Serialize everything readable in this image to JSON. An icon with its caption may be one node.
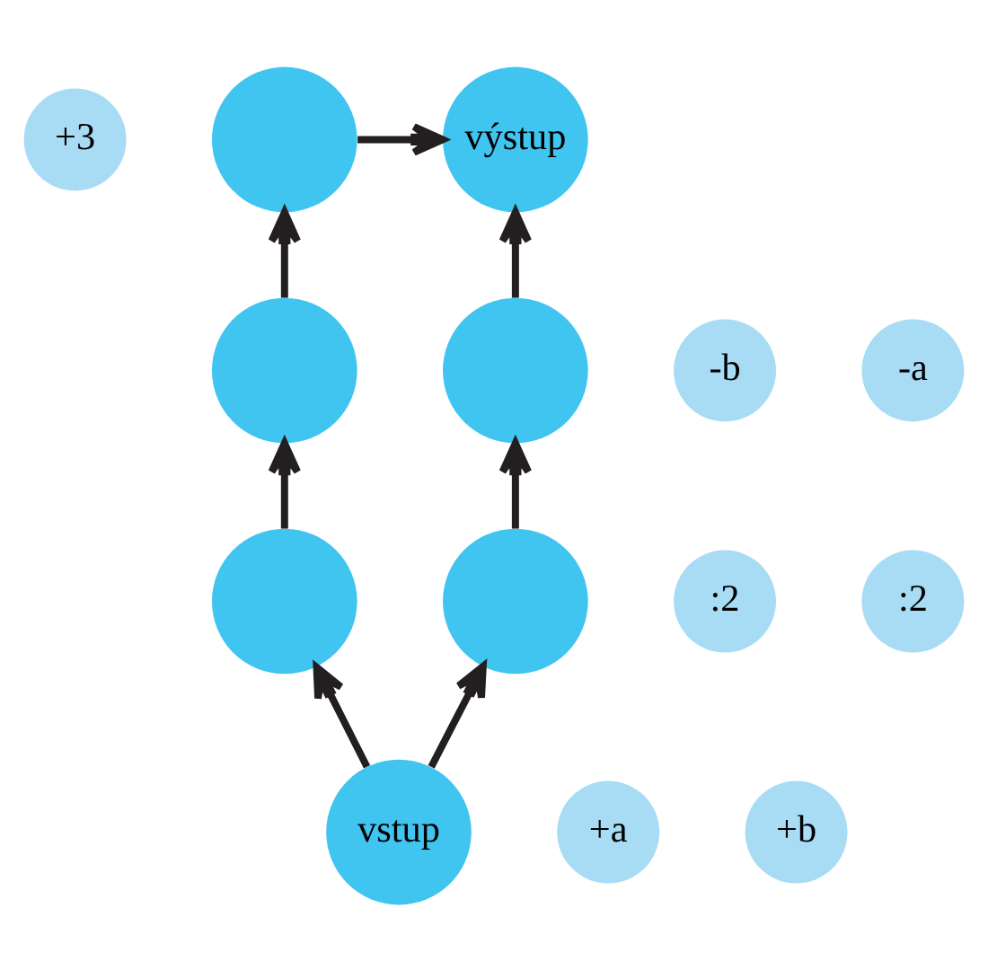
{
  "diagram": {
    "nodes": [
      {
        "text": [
          "+3"
        ]
      },
      {
        "text": [
          "výstup"
        ]
      },
      {
        "text": [],
        "shape": "circle"
      },
      {
        "text": [
          "-b"
        ]
      },
      {
        "text": [
          "-a"
        ]
      },
      {
        "text": [],
        "shape": "circle"
      },
      {
        "text": [],
        "shape": "circle"
      },
      {
        "text": [
          ":2"
        ]
      },
      {
        "text": [
          ":2"
        ]
      },
      {
        "text": [],
        "shape": "circle"
      },
      {
        "text": [],
        "shape": "circle"
      },
      {
        "text": [
          "vstup"
        ]
      },
      {
        "text": [
          "+a"
        ]
      },
      {
        "text": [
          "+b"
        ]
      }
    ],
    "edges": [
      {
        "from": 11,
        "to": 9,
        "arrow": "to"
      },
      {
        "from": 9,
        "to": 5,
        "arrow": "to"
      },
      {
        "from": 5,
        "to": 1,
        "arrow": "to"
      },
      {
        "from": 11,
        "to": 10,
        "arrow": "to"
      },
      {
        "from": 10,
        "to": 6,
        "arrow": "to"
      },
      {
        "from": 6,
        "to": 2,
        "arrow": "to"
      },
      {
        "from": 2,
        "to": 1,
        "arrow": "to"
      }
    ]
  }
}
